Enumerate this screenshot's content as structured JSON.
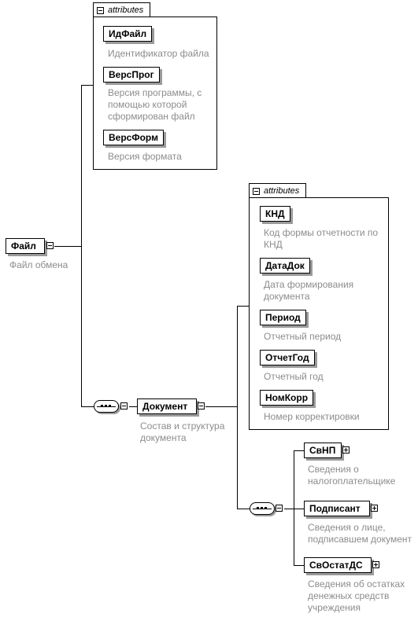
{
  "attributes_label": "attributes",
  "root": {
    "name": "Файл",
    "desc": "Файл обмена"
  },
  "file_attrs": [
    {
      "name": "ИдФайл",
      "desc": "Идентификатор файла"
    },
    {
      "name": "ВерсПрог",
      "desc": "Версия программы, с\nпомощью которой\nсформирован файл"
    },
    {
      "name": "ВерсФорм",
      "desc": "Версия формата"
    }
  ],
  "document": {
    "name": "Документ",
    "desc": "Состав и структура\nдокумента"
  },
  "doc_attrs": [
    {
      "name": "КНД",
      "desc": "Код формы отчетности по\nКНД"
    },
    {
      "name": "ДатаДок",
      "desc": "Дата формирования\nдокумента"
    },
    {
      "name": "Период",
      "desc": "Отчетный период"
    },
    {
      "name": "ОтчетГод",
      "desc": "Отчетный год"
    },
    {
      "name": "НомКорр",
      "desc": "Номер корректировки"
    }
  ],
  "children": [
    {
      "name": "СвНП",
      "desc": "Сведения о\nналогоплательщике"
    },
    {
      "name": "Подписант",
      "desc": "Сведения о лице,\nподписавшем документ"
    },
    {
      "name": "СвОстатДС",
      "desc": "Сведения об остатках\nденежных средств\nучреждения"
    }
  ]
}
